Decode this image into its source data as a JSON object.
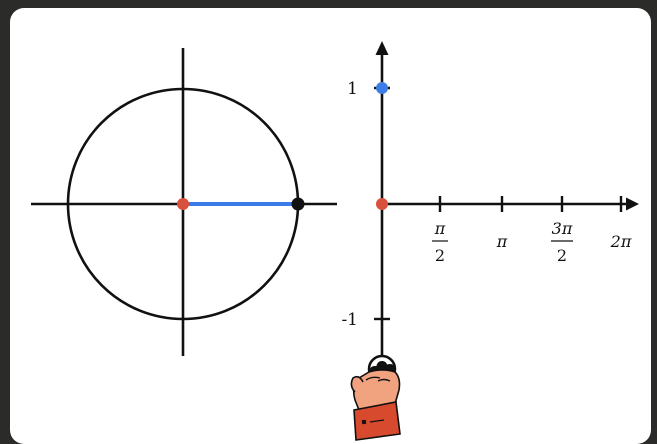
{
  "unit_circle": {
    "radius_value": 1,
    "point_angle_rad": 0,
    "colors": {
      "circle": "#111111",
      "radius_segment": "#3b7de6",
      "center_point": "#d9503c",
      "circle_point": "#111111"
    }
  },
  "graph": {
    "y_ticks": [
      {
        "value": 1,
        "label": "1"
      },
      {
        "value": -1,
        "label": "-1"
      }
    ],
    "x_ticks": [
      {
        "value": 1.5708,
        "label_num": "π",
        "label_den": "2",
        "fraction": true
      },
      {
        "value": 3.1416,
        "label": "π",
        "fraction": false
      },
      {
        "value": 4.7124,
        "label_num": "3π",
        "label_den": "2",
        "fraction": true
      },
      {
        "value": 6.2832,
        "label": "2π",
        "fraction": false
      }
    ],
    "marker_origin": {
      "x": 0,
      "y": 0,
      "color": "#d9503c"
    },
    "marker_value": {
      "x": 0,
      "y": 1,
      "color": "#3b7de6"
    }
  },
  "drag_handle": {
    "icon": "pointing-hand-icon",
    "hand_color": "#f0a37e",
    "cuff_color": "#d84a2e"
  }
}
